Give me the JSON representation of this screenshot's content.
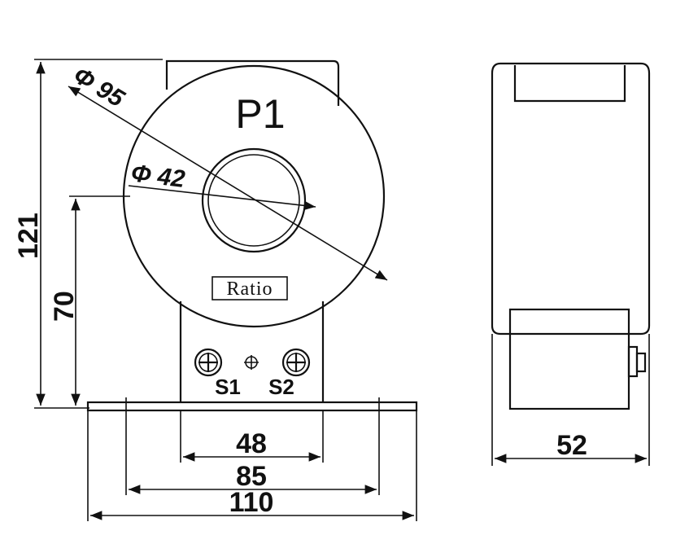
{
  "front_view": {
    "label": "P1",
    "outer_diameter_label": "Φ 95",
    "inner_diameter_label": "Φ 42",
    "ratio_label": "Ratio",
    "terminal_s1": "S1",
    "terminal_s2": "S2",
    "height_total": "121",
    "height_center": "70",
    "width_terminal_plate": "48",
    "width_mount_holes": "85",
    "width_base": "110"
  },
  "side_view": {
    "depth": "52"
  }
}
